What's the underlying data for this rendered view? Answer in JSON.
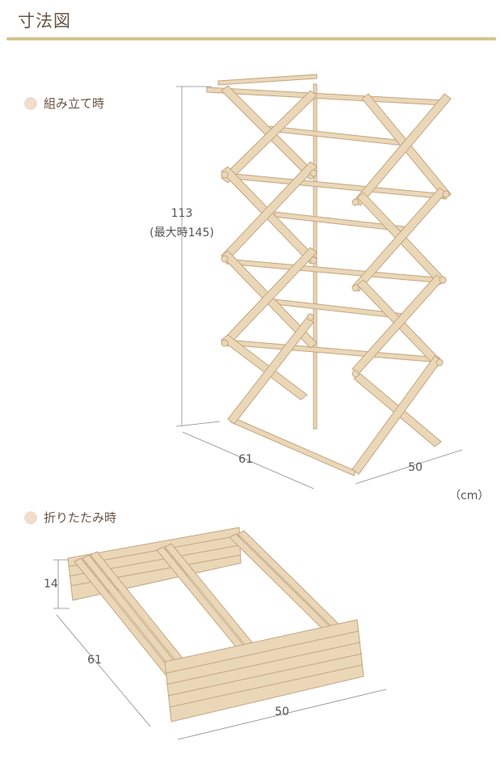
{
  "heading": "寸法図",
  "colors": {
    "accent": "#d8c48c",
    "wood": "#ead7b8",
    "wood_dark": "#cdb08a",
    "dot": "#f2dccb"
  },
  "assembled": {
    "label": "組み立て時",
    "height": "113",
    "height_max": "(最大時145)",
    "width": "61",
    "depth": "50",
    "unit": "（cm）"
  },
  "folded": {
    "label": "折りたたみ時",
    "thickness": "14",
    "width": "61",
    "depth": "50"
  }
}
